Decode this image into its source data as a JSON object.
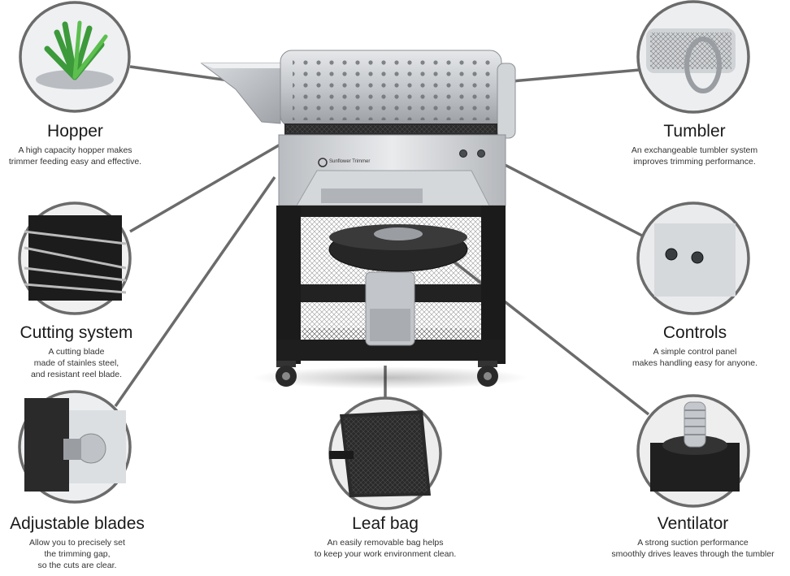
{
  "brand_plate": "Sunflower Trimmer",
  "features": {
    "hopper": {
      "title": "Hopper",
      "desc": "A high capacity hopper makes\ntrimmer feeding easy and effective."
    },
    "tumbler": {
      "title": "Tumbler",
      "desc": "An exchangeable tumbler system\nimproves trimming performance."
    },
    "cutting": {
      "title": "Cutting system",
      "desc": "A cutting blade\nmade of stainles steel,\nand resistant reel blade."
    },
    "controls": {
      "title": "Controls",
      "desc": "A simple control panel\nmakes handling easy for anyone."
    },
    "blades": {
      "title": "Adjustable blades",
      "desc": "Allow you to precisely set\nthe trimming gap,\nso the cuts are clear."
    },
    "leafbag": {
      "title": "Leaf bag",
      "desc": "An easily removable bag helps\nto keep your work environment clean."
    },
    "ventilator": {
      "title": "Ventilator",
      "desc": "A strong suction performance\nsmoothly drives leaves through the tumbler"
    }
  },
  "colors": {
    "steel": "#c9ccd0",
    "frame": "#1b1b1b",
    "line": "#6b6b6b",
    "text": "#1a1a1a"
  }
}
